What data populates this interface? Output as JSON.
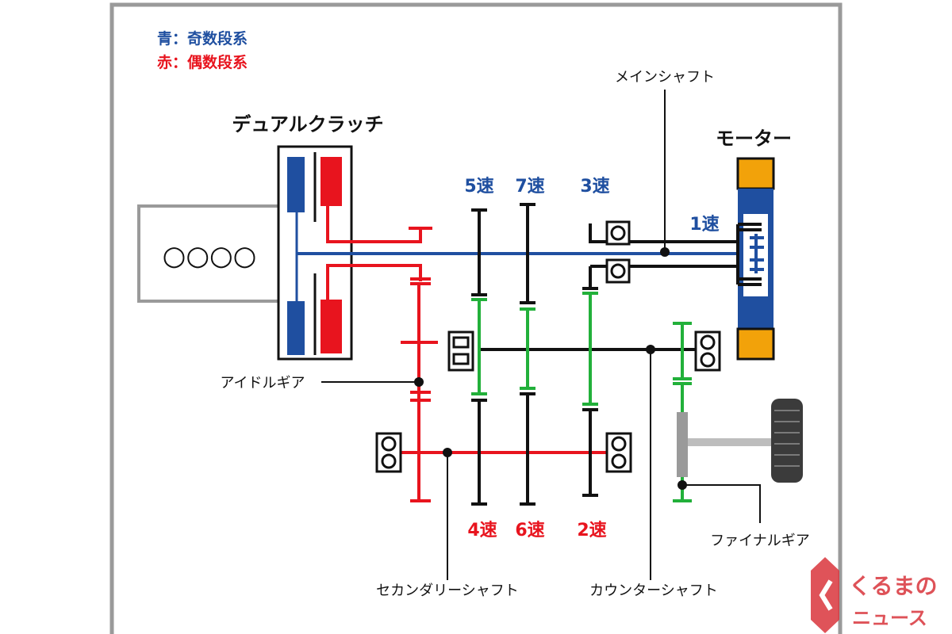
{
  "legend": {
    "blue": "青：奇数段系",
    "red": "赤：偶数段系"
  },
  "labels": {
    "dual_clutch": "デュアルクラッチ",
    "main_shaft": "メインシャフト",
    "motor": "モーター",
    "idle_gear": "アイドルギア",
    "final_gear": "ファイナルギア",
    "secondary_shaft": "セカンダリーシャフト",
    "counter_shaft": "カウンターシャフト",
    "engine_cylinders": "○○○○"
  },
  "gears": {
    "g5": "5速",
    "g7": "7速",
    "g3": "3速",
    "g1": "1速",
    "g4": "4速",
    "g6": "6速",
    "g2": "2速"
  },
  "logo": {
    "line1": "くるまの",
    "line2": "ニュース"
  },
  "colors": {
    "blue": "#1f4fa0",
    "red": "#e8141e",
    "green": "#22b03a",
    "black": "#111111",
    "motor_orange": "#f2a20a",
    "frame_gray": "#9a9a9a",
    "logo_red": "#d9353c"
  }
}
